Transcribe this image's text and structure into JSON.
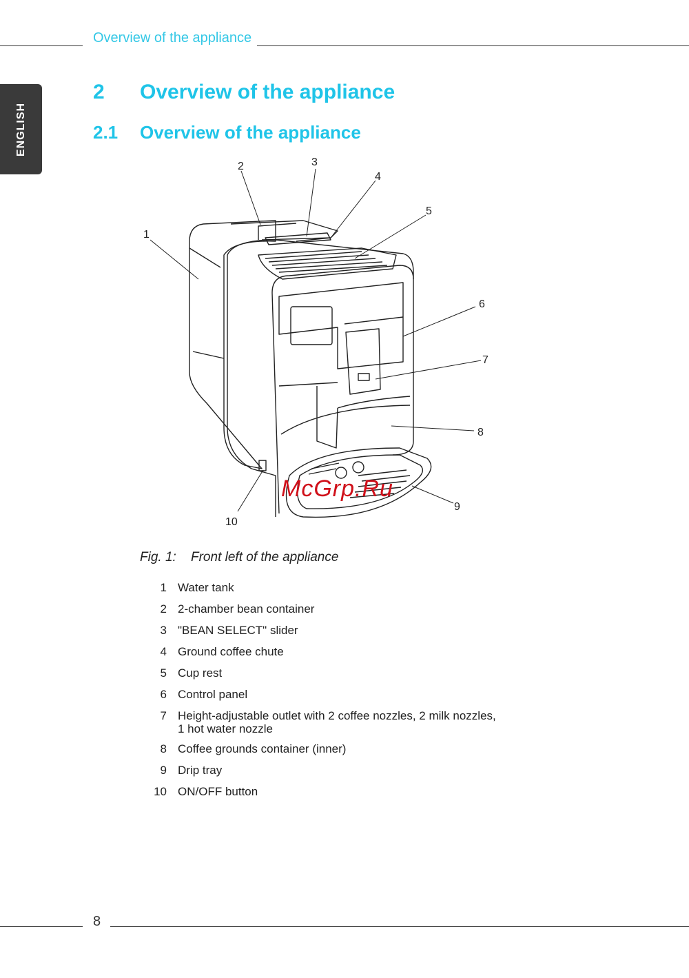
{
  "header": {
    "section_label": "Overview of the appliance"
  },
  "language_tab": "ENGLISH",
  "heading1": {
    "number": "2",
    "title": "Overview of the appliance"
  },
  "heading2": {
    "number": "2.1",
    "title": "Overview of the appliance"
  },
  "figure": {
    "callouts": [
      "1",
      "2",
      "3",
      "4",
      "5",
      "6",
      "7",
      "8",
      "9",
      "10"
    ],
    "watermark": "McGrp.Ru",
    "caption_label": "Fig. 1:",
    "caption_text": "Front left of the appliance"
  },
  "legend": [
    {
      "num": "1",
      "text": "Water tank"
    },
    {
      "num": "2",
      "text": "2-chamber bean container"
    },
    {
      "num": "3",
      "text": "\"BEAN SELECT\" slider"
    },
    {
      "num": "4",
      "text": "Ground coffee chute"
    },
    {
      "num": "5",
      "text": "Cup rest"
    },
    {
      "num": "6",
      "text": "Control panel"
    },
    {
      "num": "7",
      "text": "Height-adjustable outlet with 2 coffee nozzles, 2 milk nozzles,",
      "text2": "1 hot water nozzle"
    },
    {
      "num": "8",
      "text": "Coffee grounds container (inner)"
    },
    {
      "num": "9",
      "text": "Drip tray"
    },
    {
      "num": "10",
      "text": "ON/OFF button"
    }
  ],
  "page_number": "8"
}
